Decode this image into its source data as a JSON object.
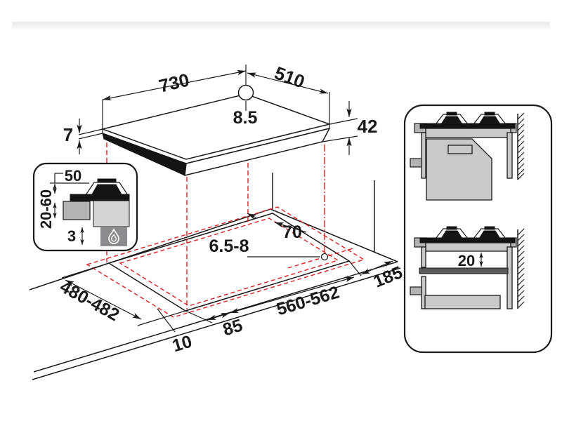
{
  "colors": {
    "line": "#1a1a1a",
    "dashed_red": "#e0201f",
    "gray_body": "#c8c9cb",
    "gray_bracket": "#b2b3b5",
    "gray_shelf": "#58595b",
    "gray_flamebox": "#8a8c8f",
    "header_bar": "#ebebeb"
  },
  "hob": {
    "dim_width": "730",
    "dim_depth": "510",
    "dim_hole": "8.5",
    "dim_glass_thickness": "7",
    "dim_height": "42"
  },
  "cutout": {
    "dim_depth": "480-482",
    "dim_width": "560-562",
    "dim_side_overhang": "85",
    "dim_front_gap": "10",
    "dim_corner_offset": "70",
    "dim_fixing_hole": "6.5-8",
    "dim_right_clearance": "185"
  },
  "detail_inset": {
    "dim_burner_clearance": "50",
    "dim_worktop_thickness": "20-60",
    "dim_bottom_gap": "3",
    "icon": "gas-flame-icon"
  },
  "side_views": {
    "dim_shelf_gap": "20"
  }
}
